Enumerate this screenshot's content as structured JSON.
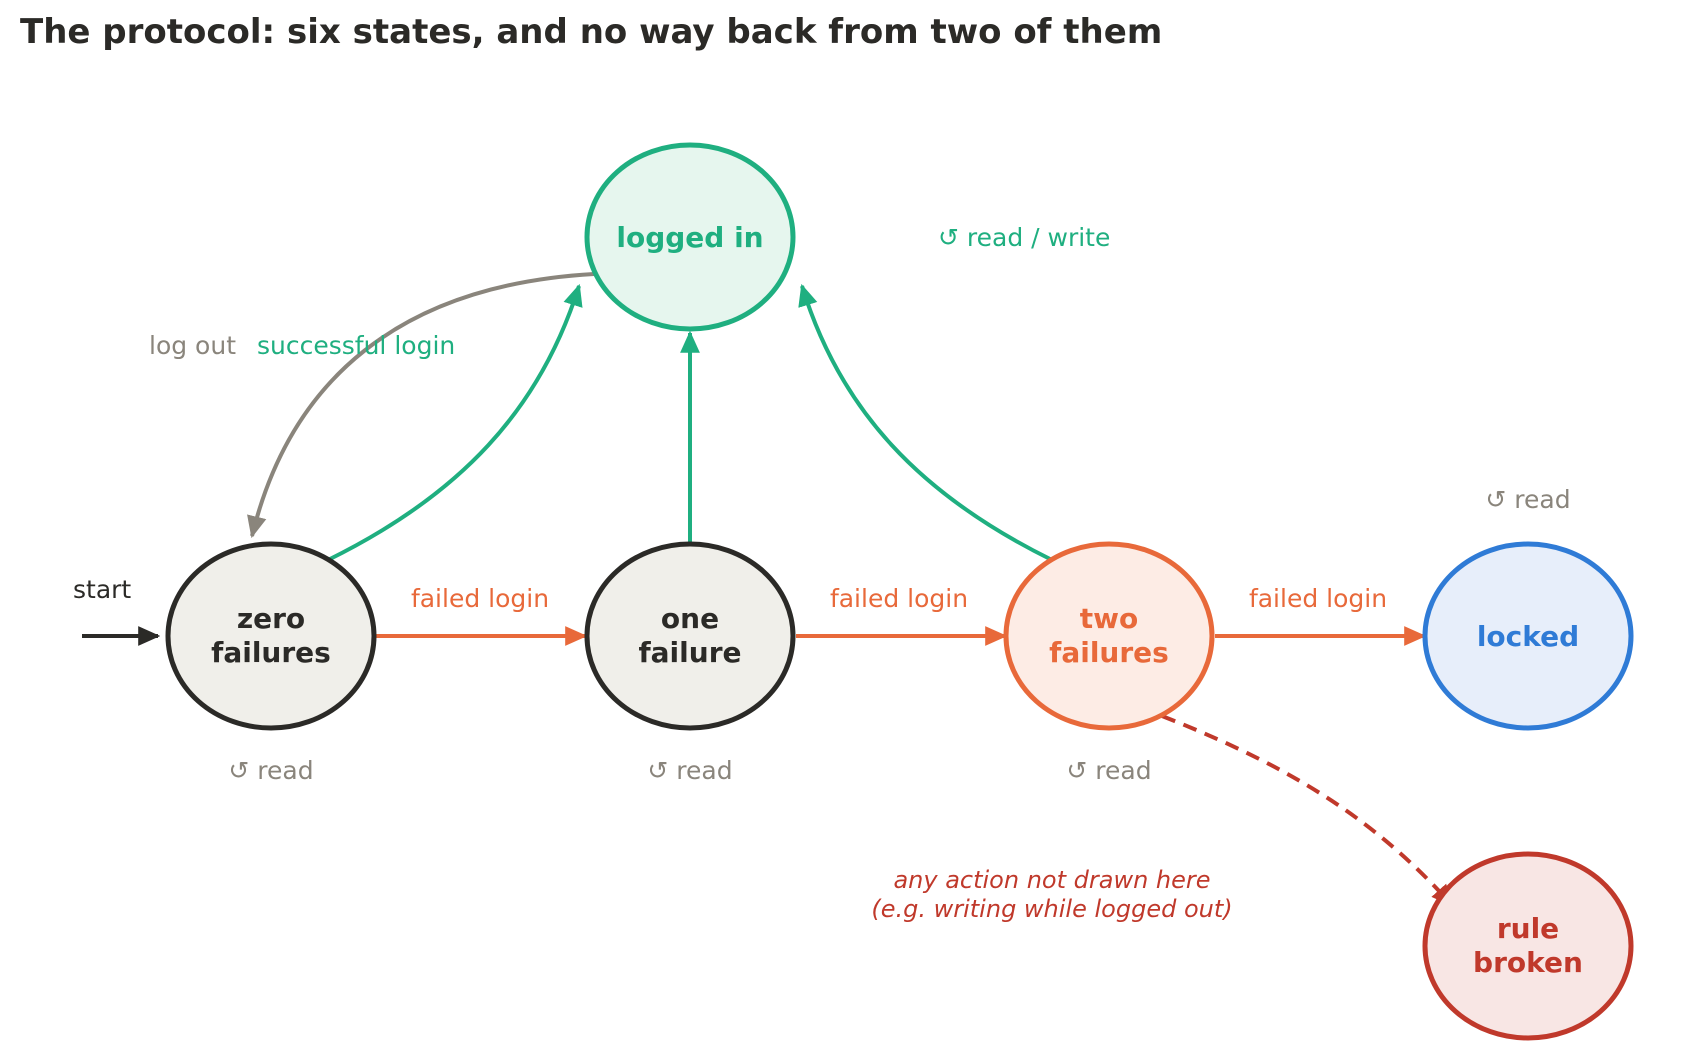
{
  "title": "The protocol: six states, and no way back from two of them",
  "colors": {
    "dark": "#2b2a27",
    "neutral_fill": "#f0efea",
    "green": "#1faf80",
    "green_fill": "#e6f6ee",
    "orange": "#e8693a",
    "orange_fill": "#fdece5",
    "blue": "#2f7bd6",
    "blue_fill": "#e7eefa",
    "red": "#c0392b",
    "red_fill": "#f8e6e4",
    "gray": "#8a857c"
  },
  "states": {
    "logged_in": {
      "label": "logged in",
      "loop": "↺ read / write"
    },
    "zero": {
      "line1": "zero",
      "line2": "failures",
      "loop": "↺ read"
    },
    "one": {
      "line1": "one",
      "line2": "failure",
      "loop": "↺ read"
    },
    "two": {
      "line1": "two",
      "line2": "failures",
      "loop": "↺ read"
    },
    "locked": {
      "label": "locked",
      "loop": "↺ read"
    },
    "broken": {
      "line1": "rule",
      "line2": "broken"
    }
  },
  "edges": {
    "start": "start",
    "failed_login_1": "failed login",
    "failed_login_2": "failed login",
    "failed_login_3": "failed login",
    "log_out": "log out",
    "successful_login": "successful login"
  },
  "note": {
    "line1": "any action not drawn here",
    "line2": "(e.g. writing while logged out)"
  }
}
